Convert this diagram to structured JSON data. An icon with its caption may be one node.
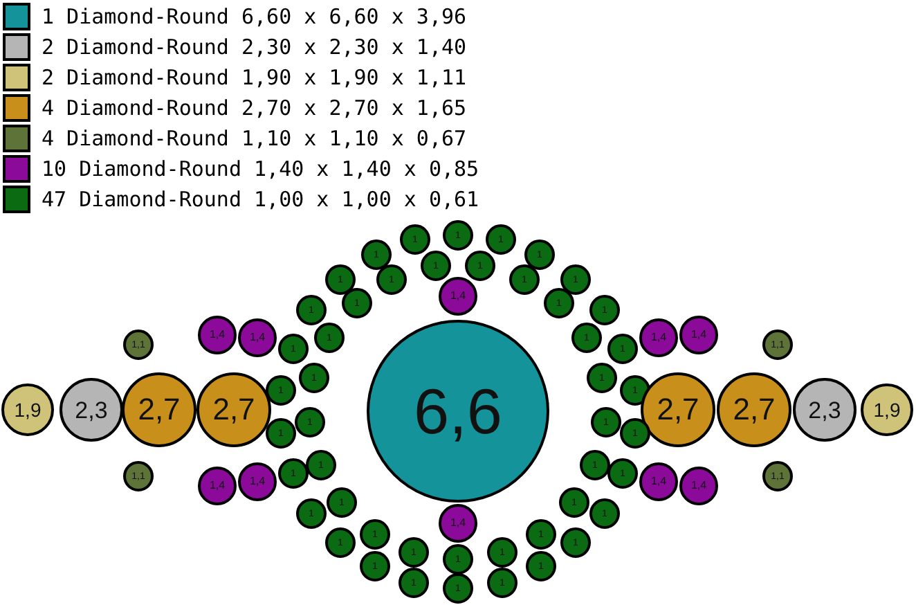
{
  "diagram": {
    "nodes": [
      {
        "text": [
          "1"
        ]
      },
      {
        "text": [
          "1"
        ]
      },
      {
        "text": [
          "1"
        ]
      },
      {
        "text": [
          "1"
        ]
      },
      {
        "text": [
          "1"
        ]
      },
      {
        "text": [
          "1"
        ]
      },
      {
        "text": [
          "1"
        ]
      },
      {
        "text": [
          "1"
        ]
      },
      {
        "text": [
          "1"
        ]
      },
      {
        "text": [
          "1"
        ]
      },
      {
        "text": [
          "1"
        ]
      },
      {
        "text": [
          "1,4"
        ]
      },
      {
        "text": [
          "1"
        ]
      },
      {
        "text": [
          "1"
        ]
      },
      {
        "text": [
          "1"
        ]
      },
      {
        "text": [
          "1"
        ]
      },
      {
        "text": [
          "1,4"
        ]
      },
      {
        "text": [
          "1,4"
        ]
      },
      {
        "text": [
          "1"
        ]
      },
      {
        "text": [
          "1"
        ]
      },
      {
        "text": [
          "1,4"
        ]
      },
      {
        "text": [
          "1,4"
        ]
      },
      {
        "text": [
          "1,1"
        ]
      },
      {
        "text": [
          "1"
        ]
      },
      {
        "text": [
          "1"
        ]
      },
      {
        "text": [
          "1,1"
        ]
      },
      {
        "text": [
          "1"
        ]
      },
      {
        "text": [
          "1"
        ]
      },
      {
        "text": [
          "1"
        ]
      },
      {
        "text": [
          "1"
        ]
      },
      {
        "text": [
          "1,9"
        ]
      },
      {
        "text": [
          "2,3"
        ]
      },
      {
        "text": [
          "2,7"
        ]
      },
      {
        "text": [
          "2,7"
        ]
      },
      {
        "text": [
          "6,6"
        ]
      },
      {
        "text": [
          "2,7"
        ]
      },
      {
        "text": [
          "2,7"
        ]
      },
      {
        "text": [
          "2,3"
        ]
      },
      {
        "text": [
          "1,9"
        ]
      },
      {
        "text": [
          "1"
        ]
      },
      {
        "text": [
          "1"
        ]
      },
      {
        "text": [
          "1"
        ]
      },
      {
        "text": [
          "1"
        ]
      },
      {
        "text": [
          "1"
        ]
      },
      {
        "text": [
          "1"
        ]
      },
      {
        "text": [
          "1"
        ]
      },
      {
        "text": [
          "1"
        ]
      },
      {
        "text": [
          "1,1"
        ]
      },
      {
        "text": [
          "1,1"
        ]
      },
      {
        "text": [
          "1,4"
        ]
      },
      {
        "text": [
          "1,4"
        ]
      },
      {
        "text": [
          "1,4"
        ]
      },
      {
        "text": [
          "1,4"
        ]
      },
      {
        "text": [
          "1"
        ]
      },
      {
        "text": [
          "1"
        ]
      },
      {
        "text": [
          "1"
        ]
      },
      {
        "text": [
          "1"
        ]
      },
      {
        "text": [
          "1,4"
        ]
      },
      {
        "text": [
          "1"
        ]
      },
      {
        "text": [
          "1"
        ]
      },
      {
        "text": [
          "1"
        ]
      },
      {
        "text": [
          "1"
        ]
      },
      {
        "text": [
          "1"
        ]
      },
      {
        "text": [
          "1"
        ]
      },
      {
        "text": [
          "1"
        ]
      },
      {
        "text": [
          "1"
        ]
      },
      {
        "text": [
          "1"
        ]
      },
      {
        "text": [
          "1"
        ]
      },
      {
        "text": [
          "1"
        ]
      },
      {
        "text": [
          "1"
        ]
      }
    ],
    "legend": [
      {
        "text": "1 Diamond-Round 6,60 x 6,60 x 3,96",
        "color": "#14939a"
      },
      {
        "text": "2 Diamond-Round 2,30 x 2,30 x 1,40",
        "color": "#b5b5b5"
      },
      {
        "text": "2 Diamond-Round 1,90 x 1,90 x 1,11",
        "color": "#cfc37a"
      },
      {
        "text": "4 Diamond-Round 2,70 x 2,70 x 1,65",
        "color": "#c8901a"
      },
      {
        "text": "4 Diamond-Round 1,10 x 1,10 x 0,67",
        "color": "#5e7337"
      },
      {
        "text": "10 Diamond-Round 1,40 x 1,40 x 0,85",
        "color": "#8b0a9a"
      },
      {
        "text": "47 Diamond-Round 1,00 x 1,00 x 0,61",
        "color": "#0b6b12"
      }
    ]
  }
}
